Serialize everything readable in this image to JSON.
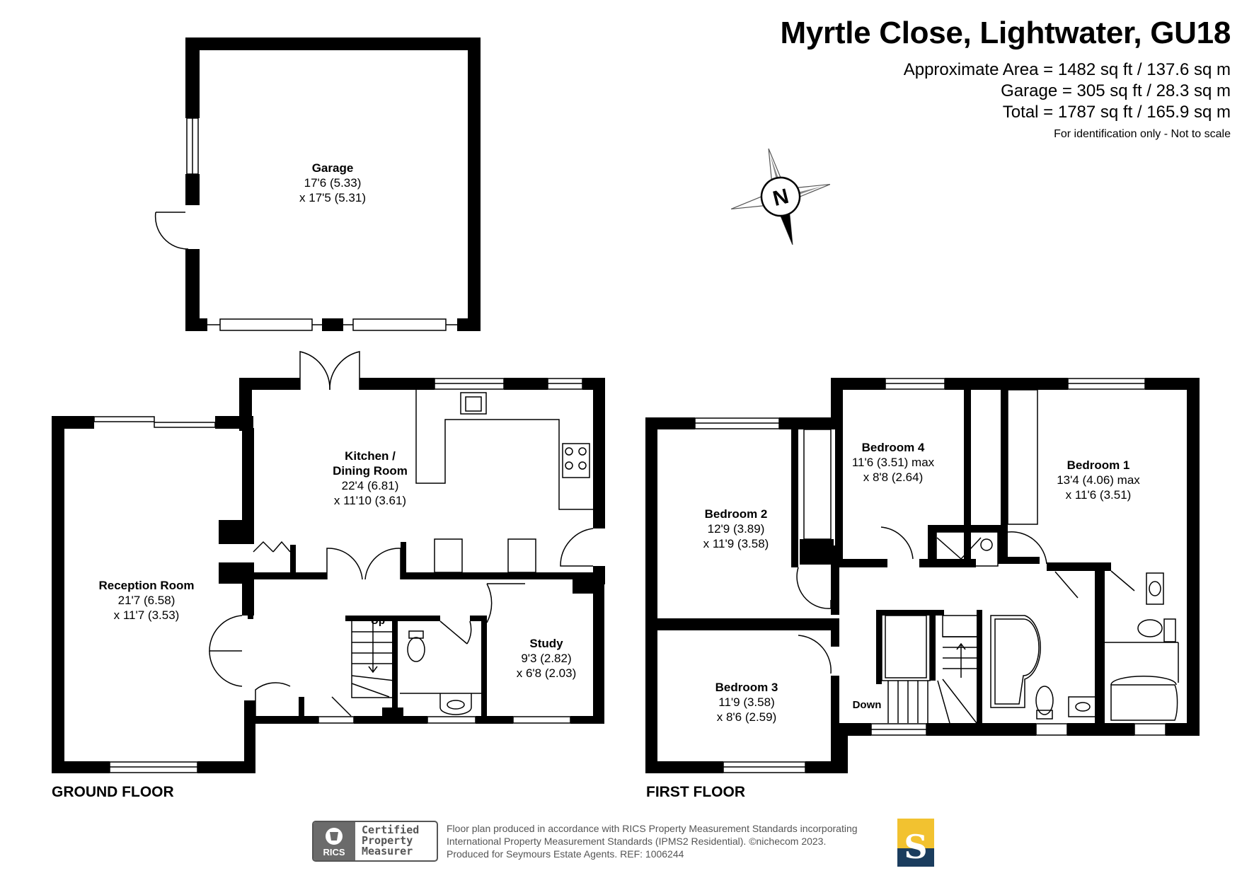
{
  "header": {
    "title": "Myrtle Close, Lightwater, GU18",
    "area_line_1": "Approximate Area = 1482 sq ft / 137.6 sq m",
    "area_line_2": "Garage = 305 sq ft / 28.3 sq m",
    "area_line_3": "Total = 1787 sq ft / 165.9 sq m",
    "note": "For identification only - Not to scale"
  },
  "compass": {
    "label": "N",
    "icon": "compass-icon"
  },
  "garage": {
    "name": "Garage",
    "dim_1": "17'6 (5.33)",
    "dim_2": "x 17'5 (5.31)"
  },
  "ground_floor": {
    "label": "GROUND FLOOR",
    "reception": {
      "name": "Reception Room",
      "dim_1": "21'7 (6.58)",
      "dim_2": "x 11'7 (3.53)"
    },
    "kitchen": {
      "name_1": "Kitchen /",
      "name_2": "Dining Room",
      "dim_1": "22'4 (6.81)",
      "dim_2": "x 11'10 (3.61)"
    },
    "study": {
      "name": "Study",
      "dim_1": "9'3 (2.82)",
      "dim_2": "x 6'8 (2.03)"
    },
    "stairs_label": "Up"
  },
  "first_floor": {
    "label": "FIRST FLOOR",
    "bedroom_1": {
      "name": "Bedroom 1",
      "dim_1": "13'4 (4.06) max",
      "dim_2": "x 11'6 (3.51)"
    },
    "bedroom_2": {
      "name": "Bedroom 2",
      "dim_1": "12'9 (3.89)",
      "dim_2": "x 11'9 (3.58)"
    },
    "bedroom_3": {
      "name": "Bedroom 3",
      "dim_1": "11'9 (3.58)",
      "dim_2": "x 8'6 (2.59)"
    },
    "bedroom_4": {
      "name": "Bedroom 4",
      "dim_1": "11'6 (3.51) max",
      "dim_2": "x 8'8 (2.64)"
    },
    "stairs_label": "Down"
  },
  "footer": {
    "rics_logo_text": "RICS",
    "cert_line_1": "Certified",
    "cert_line_2": "Property",
    "cert_line_3": "Measurer",
    "disclaimer_1": "Floor plan produced in accordance with RICS Property Measurement Standards incorporating",
    "disclaimer_2": "International Property Measurement Standards (IPMS2 Residential).  ©nichecom 2023.",
    "disclaimer_3": "Produced for Seymours Estate Agents.   REF:  1006244",
    "brand_letter": "S"
  },
  "colors": {
    "wall": "#000000",
    "badge_grey": "#6b6b6b",
    "brand_navy": "#1b3d5e",
    "brand_gold": "#f2c230"
  }
}
